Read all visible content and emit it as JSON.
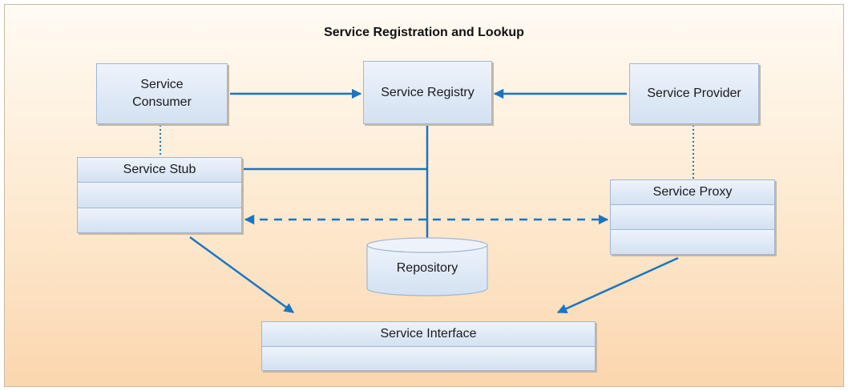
{
  "title": "Service Registration and Lookup",
  "colors": {
    "line": "#1a75c2",
    "box_border": "#9fb7d6",
    "background": "#fde9cf"
  },
  "nodes": {
    "consumer": "Service\nConsumer",
    "registry": "Service Registry",
    "provider": "Service Provider",
    "stub": "Service Stub",
    "proxy": "Service Proxy",
    "repository": "Repository",
    "interface": "Service Interface"
  }
}
